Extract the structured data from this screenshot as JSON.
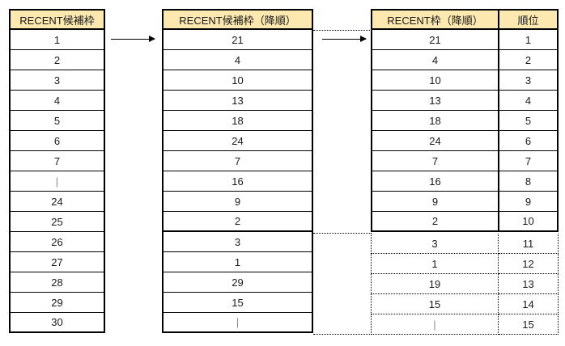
{
  "table1": {
    "header": "RECENT候補枠",
    "rows": [
      "1",
      "2",
      "3",
      "4",
      "5",
      "6",
      "7",
      "|",
      "24",
      "25",
      "26",
      "27",
      "28",
      "29",
      "30"
    ]
  },
  "table2": {
    "header": "RECENT候補枠（降順）",
    "rows": [
      "21",
      "4",
      "10",
      "13",
      "18",
      "24",
      "7",
      "16",
      "9",
      "2",
      "3",
      "1",
      "29",
      "15",
      "|"
    ]
  },
  "table3": {
    "header_value": "RECENT枠（降順）",
    "header_rank": "順位",
    "top_values": [
      "21",
      "4",
      "10",
      "13",
      "18",
      "24",
      "7",
      "16",
      "9",
      "2"
    ],
    "top_ranks": [
      "1",
      "2",
      "3",
      "4",
      "5",
      "6",
      "7",
      "8",
      "9",
      "10"
    ],
    "rest_values": [
      "3",
      "1",
      "19",
      "15",
      "|"
    ],
    "rest_ranks": [
      "11",
      "12",
      "13",
      "14",
      "15"
    ]
  }
}
